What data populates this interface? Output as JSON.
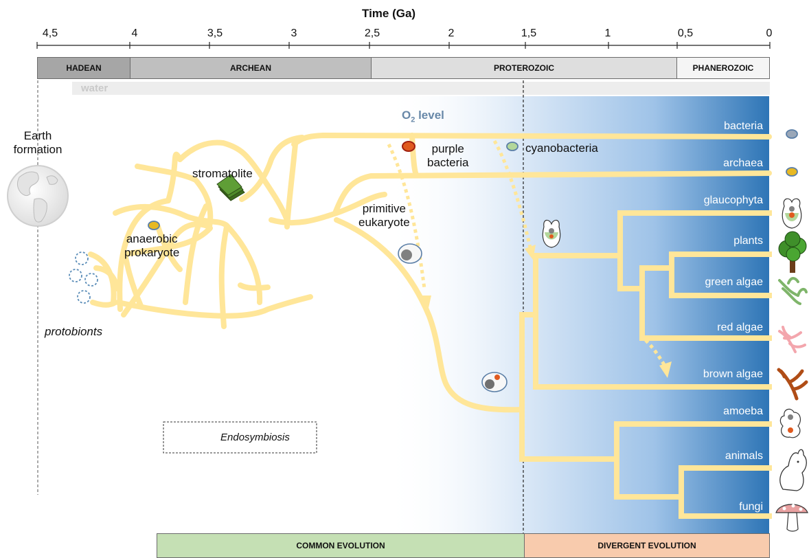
{
  "axis": {
    "title": "Time (Ga)",
    "ticks": [
      "4,5",
      "4",
      "3,5",
      "3",
      "2,5",
      "2",
      "1,5",
      "1",
      "0,5",
      "0"
    ]
  },
  "eons": [
    {
      "label": "HADEAN",
      "color": "#a6a6a6"
    },
    {
      "label": "ARCHEAN",
      "color": "#bfbfbf"
    },
    {
      "label": "PROTEROZOIC",
      "color": "#dedede"
    },
    {
      "label": "PHANEROZOIC",
      "color": "#f5f5f5"
    }
  ],
  "water_label": "water",
  "o2": {
    "prefix": "O",
    "sub": "2",
    "suffix": " level",
    "color_light": "#ffffff",
    "color_dark": "#2e75b6"
  },
  "left_labels": {
    "earth_formation": "Earth\nformation",
    "protobionts": "protobionts"
  },
  "labels": {
    "stromatolite": "stromatolite",
    "anaerobic_prokaryote": "anaerobic\nprokaryote",
    "purple_bacteria": "purple\nbacteria",
    "cyanobacteria": "cyanobacteria",
    "primitive_eukaryote": "primitive\neukaryote"
  },
  "branches": [
    "bacteria",
    "archaea",
    "glaucophyta",
    "plants",
    "green algae",
    "red algae",
    "brown algae",
    "amoeba",
    "animals",
    "fungi"
  ],
  "legend": {
    "label": "Endosymbiosis"
  },
  "phases": [
    {
      "label": "COMMON EVOLUTION",
      "color": "#c5e0b4"
    },
    {
      "label": "DIVERGENT EVOLUTION",
      "color": "#f8cbad"
    }
  ],
  "colors": {
    "branch": "#ffe699",
    "hadean_line": "#555555"
  }
}
